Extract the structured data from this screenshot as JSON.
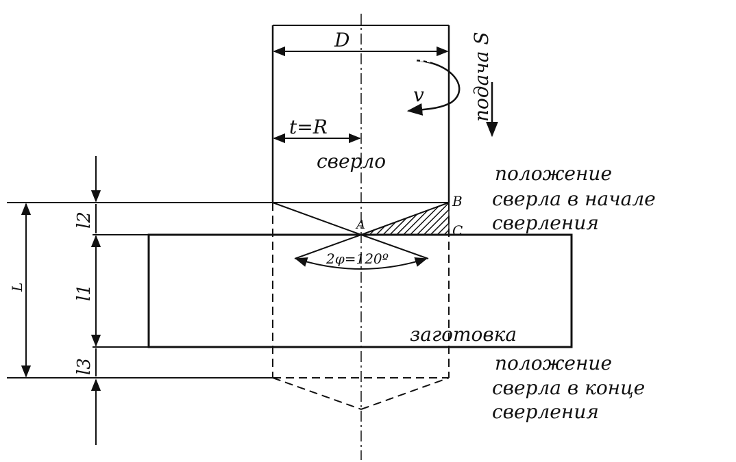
{
  "labels": {
    "diameter": "D",
    "feed": "подача S",
    "speed": "v",
    "depth": "t=R",
    "drill": "сверло",
    "start_position": [
      "положение",
      "сверла в начале",
      "сверления"
    ],
    "end_position": [
      "положение",
      "сверла в конце",
      "сверления"
    ],
    "workpiece": "заготовка",
    "angle": "2φ=120º",
    "point_a": "A",
    "point_b": "B",
    "point_c": "C",
    "total_length": "L",
    "l1": "l1",
    "l2": "l2",
    "l3": "l3"
  }
}
